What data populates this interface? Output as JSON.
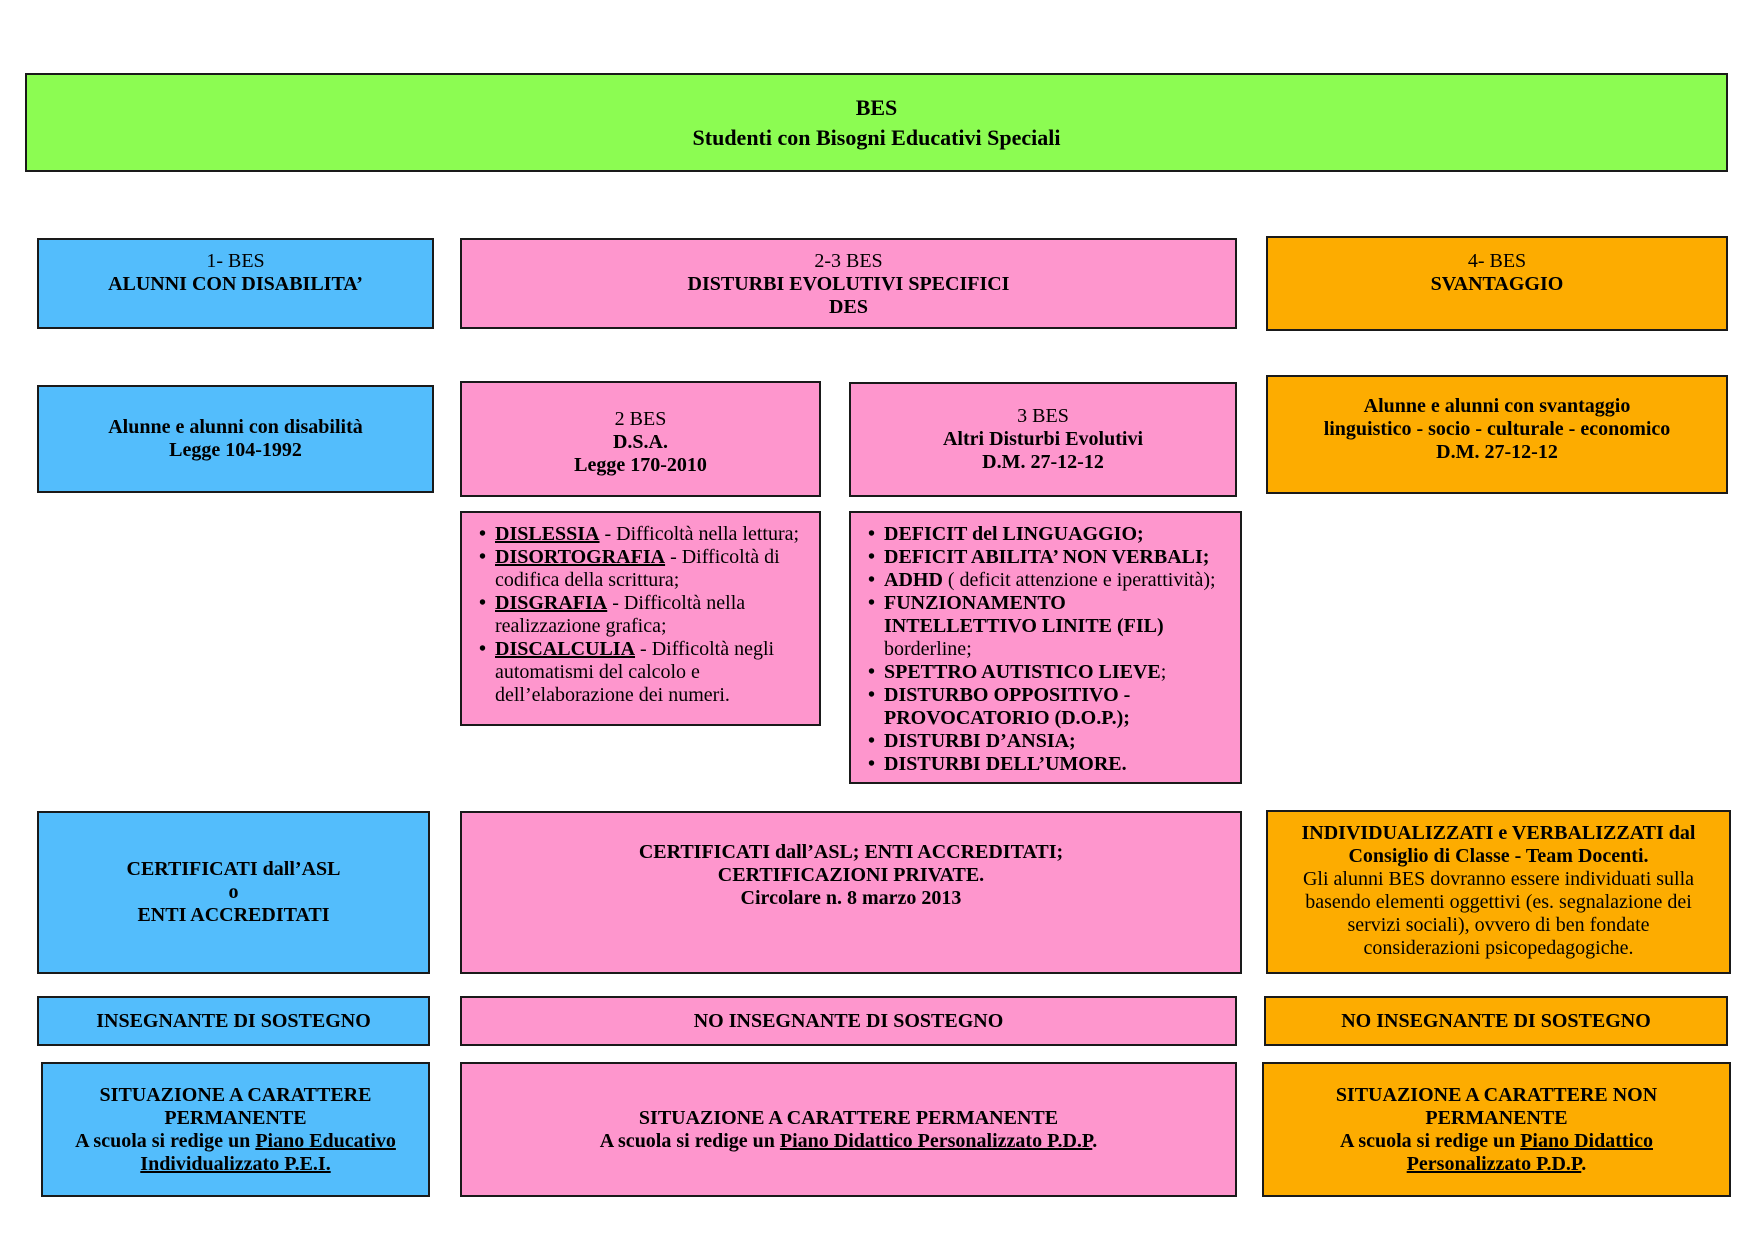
{
  "header": {
    "title": "BES",
    "subtitle": "Studenti con Bisogni Educativi Speciali"
  },
  "col1": {
    "category": {
      "number": "1- BES",
      "name": "ALUNNI CON DISABILITA’"
    },
    "description": {
      "line1": "Alunne e alunni con disabilità",
      "line2": "Legge 104-1992"
    },
    "certification": {
      "line1": "CERTIFICATI dall’ASL",
      "line2": "o",
      "line3": "ENTI ACCREDITATI"
    },
    "teacher": "INSEGNANTE DI SOSTEGNO",
    "situation": {
      "line1": "SITUAZIONE A CARATTERE",
      "line2": "PERMANENTE",
      "plan_prefix": "A scuola si redige un ",
      "plan_link1": "Piano Educativo",
      "plan_link2": "Individualizzato P.E.I."
    }
  },
  "col23": {
    "category": {
      "number": "2-3 BES",
      "name": "DISTURBI EVOLUTIVI SPECIFICI",
      "abbr": "DES"
    },
    "dsa": {
      "number": "2 BES",
      "name": "D.S.A.",
      "law": "Legge 170-2010",
      "items": [
        {
          "term": "DISLESSIA",
          "desc_lines": [
            " - Difficoltà nella lettura;"
          ]
        },
        {
          "term": "DISORTOGRAFIA",
          "desc_lines": [
            " - Difficoltà di",
            "codifica della scrittura;"
          ]
        },
        {
          "term": "DISGRAFIA",
          "desc_lines": [
            " - Difficoltà nella",
            "realizzazione grafica;"
          ]
        },
        {
          "term": "DISCALCULIA",
          "desc_lines": [
            " - Difficoltà negli",
            "automatismi del calcolo e",
            "dell’elaborazione dei numeri."
          ]
        }
      ]
    },
    "other": {
      "number": "3 BES",
      "name": "Altri Disturbi Evolutivi",
      "law": "D.M. 27-12-12",
      "items": [
        {
          "bold_lines": [
            "DEFICIT del LINGUAGGIO;"
          ],
          "normal": ""
        },
        {
          "bold_lines": [
            "DEFICIT ABILITA’ NON VERBALI;"
          ],
          "normal": ""
        },
        {
          "bold_lines": [
            "ADHD"
          ],
          "normal": " ( deficit attenzione e iperattività);"
        },
        {
          "bold_lines": [
            "FUNZIONAMENTO",
            "INTELLETTIVO LINITE (FIL)"
          ],
          "normal": "borderline;"
        },
        {
          "bold_lines": [
            "SPETTRO AUTISTICO LIEVE"
          ],
          "normal": ";"
        },
        {
          "bold_lines": [
            "DISTURBO OPPOSITIVO  -",
            "PROVOCATORIO (D.O.P.);"
          ],
          "normal": ""
        },
        {
          "bold_lines": [
            "DISTURBI D’ANSIA;"
          ],
          "normal": ""
        },
        {
          "bold_lines": [
            "DISTURBI DELL’UMORE."
          ],
          "normal": ""
        }
      ]
    },
    "certification": {
      "line1": "CERTIFICATI dall’ASL; ENTI ACCREDITATI;",
      "line2": "CERTIFICAZIONI PRIVATE.",
      "line3": "Circolare n. 8 marzo 2013"
    },
    "teacher": "NO INSEGNANTE DI SOSTEGNO",
    "situation": {
      "line1": "SITUAZIONE A CARATTERE PERMANENTE",
      "plan_prefix": "A scuola si redige un ",
      "plan_link": "Piano Didattico Personalizzato P.D.P",
      "plan_suffix": "."
    }
  },
  "col4": {
    "category": {
      "number": "4- BES",
      "name": "SVANTAGGIO"
    },
    "description": {
      "line1": "Alunne e alunni con svantaggio",
      "line2": "linguistico - socio - culturale  - economico",
      "line3": "D.M. 27-12-12"
    },
    "certification": {
      "bold1": "INDIVIDUALIZZATI e VERBALIZZATI dal",
      "bold2": "Consiglio di Classe - Team Docenti.",
      "text_lines": [
        "Gli alunni BES dovranno essere individuati sulla",
        "basendo elementi oggettivi (es. segnalazione dei",
        "servizi sociali), ovvero di ben fondate",
        "considerazioni psicopedagogiche."
      ]
    },
    "teacher": "NO INSEGNANTE DI SOSTEGNO",
    "situation": {
      "line1": "SITUAZIONE A CARATTERE NON",
      "line2": "PERMANENTE",
      "plan_prefix": "A scuola si redige un ",
      "plan_link1": "Piano Didattico",
      "plan_link2": "Personalizzato P.D.P",
      "plan_suffix": "."
    }
  },
  "colors": {
    "header": "#8cfc52",
    "blue": "#53bdfc",
    "pink": "#fe96cd",
    "orange": "#fdac00"
  }
}
